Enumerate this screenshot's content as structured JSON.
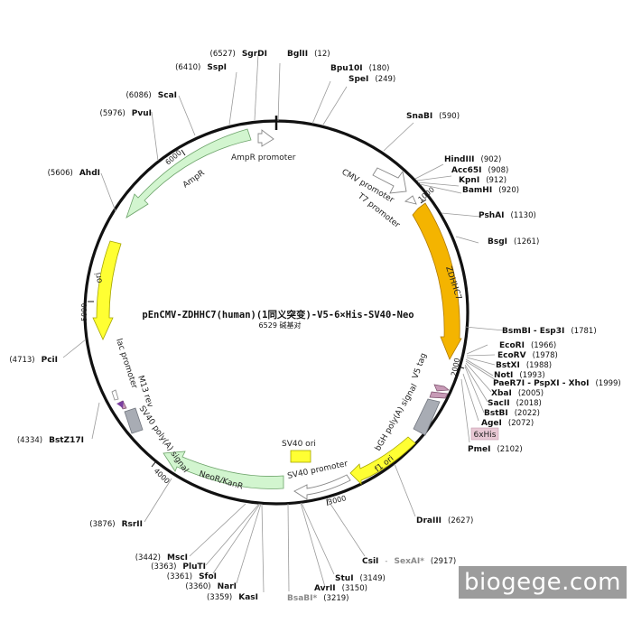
{
  "plasmid": {
    "name": "pEnCMV-ZDHHC7(human)(1同义突变)-V5-6×His-SV40-Neo",
    "length": 6529,
    "length_label": "6529 碱基对"
  },
  "ticks": [
    "1000",
    "2000",
    "3000",
    "4000",
    "5000",
    "6000"
  ],
  "sites": [
    {
      "name": "BglII",
      "pos": "(12)"
    },
    {
      "name": "Bpu10I",
      "pos": "(180)"
    },
    {
      "name": "SpeI",
      "pos": "(249)"
    },
    {
      "name": "SnaBI",
      "pos": "(590)"
    },
    {
      "name": "HindIII",
      "pos": "(902)"
    },
    {
      "name": "Acc65I",
      "pos": "(908)"
    },
    {
      "name": "KpnI",
      "pos": "(912)"
    },
    {
      "name": "BamHI",
      "pos": "(920)"
    },
    {
      "name": "PshAI",
      "pos": "(1130)"
    },
    {
      "name": "BsgI",
      "pos": "(1261)"
    },
    {
      "name": "BsmBI - Esp3I",
      "pos": "(1781)"
    },
    {
      "name": "EcoRI",
      "pos": "(1966)"
    },
    {
      "name": "EcoRV",
      "pos": "(1978)"
    },
    {
      "name": "BstXI",
      "pos": "(1988)"
    },
    {
      "name": "NotI",
      "pos": "(1993)"
    },
    {
      "name": "PaeR7I - PspXI - XhoI",
      "pos": "(1999)"
    },
    {
      "name": "XbaI",
      "pos": "(2005)"
    },
    {
      "name": "SacII",
      "pos": "(2018)"
    },
    {
      "name": "BstBI",
      "pos": "(2022)"
    },
    {
      "name": "AgeI",
      "pos": "(2072)"
    },
    {
      "name": "PmeI",
      "pos": "(2102)"
    },
    {
      "name": "DraIII",
      "pos": "(2627)"
    },
    {
      "name": "CsiI",
      "pos": "",
      "extra": "SexAI*",
      "extra_pos": "(2917)"
    },
    {
      "name": "StuI",
      "pos": "(3149)"
    },
    {
      "name": "AvrII",
      "pos": "(3150)"
    },
    {
      "name": "BsaBI*",
      "pos": "(3219)"
    },
    {
      "name": "KasI",
      "pos": "(3359)"
    },
    {
      "name": "NarI",
      "pos": "(3360)"
    },
    {
      "name": "SfoI",
      "pos": "(3361)"
    },
    {
      "name": "PluTI",
      "pos": "(3363)"
    },
    {
      "name": "MscI",
      "pos": "(3442)"
    },
    {
      "name": "RsrII",
      "pos": "(3876)"
    },
    {
      "name": "BstZ17I",
      "pos": "(4334)"
    },
    {
      "name": "PciI",
      "pos": "(4713)"
    },
    {
      "name": "AhdI",
      "pos": "(5606)"
    },
    {
      "name": "PvuI",
      "pos": "(5976)"
    },
    {
      "name": "ScaI",
      "pos": "(6086)"
    },
    {
      "name": "SspI",
      "pos": "(6410)"
    },
    {
      "name": "SgrDI",
      "pos": "(6527)"
    }
  ],
  "features": [
    {
      "label": "CMV promoter"
    },
    {
      "label": "T7 promoter"
    },
    {
      "label": "ZDHHC7"
    },
    {
      "label": "V5 tag"
    },
    {
      "label": "6xHis"
    },
    {
      "label": "bGH poly(A) signal"
    },
    {
      "label": "f1 ori"
    },
    {
      "label": "SV40 promoter"
    },
    {
      "label": "SV40 ori"
    },
    {
      "label": "NeoR/KanR"
    },
    {
      "label": "SV40 poly(A) signal"
    },
    {
      "label": "M13 rev"
    },
    {
      "label": "lac promoter"
    },
    {
      "label": "ori"
    },
    {
      "label": "AmpR"
    },
    {
      "label": "AmpR promoter"
    }
  ],
  "colors": {
    "backbone": "#111111",
    "orf_gene": "#f4b400",
    "origin": "#ffff33",
    "resistance": "#d2f5cf",
    "promoter": "#ffffff",
    "polyA": "#a8acb4",
    "tag": "#c79ab6",
    "his_tag": "#e8c8d4"
  },
  "watermark": "biogege.com"
}
